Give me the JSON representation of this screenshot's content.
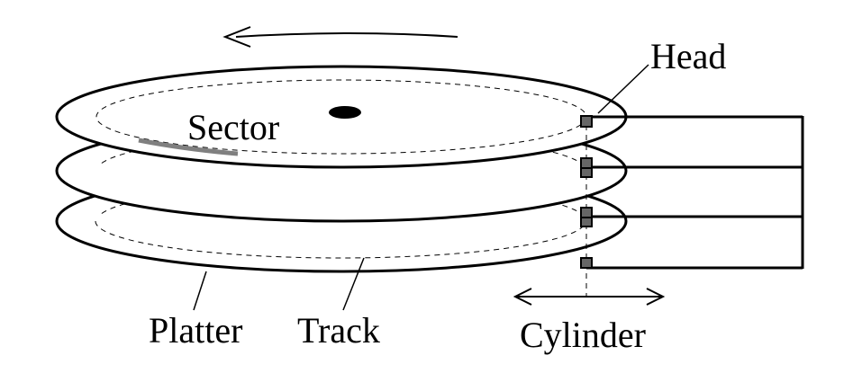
{
  "diagram": {
    "labels": {
      "head": "Head",
      "sector": "Sector",
      "platter": "Platter",
      "track": "Track",
      "cylinder": "Cylinder"
    },
    "colors": {
      "stroke": "#000000",
      "sector_arc": "#808080",
      "head_fill": "#666666",
      "background": "#ffffff"
    },
    "platter_count": 3,
    "head_count": 4
  }
}
